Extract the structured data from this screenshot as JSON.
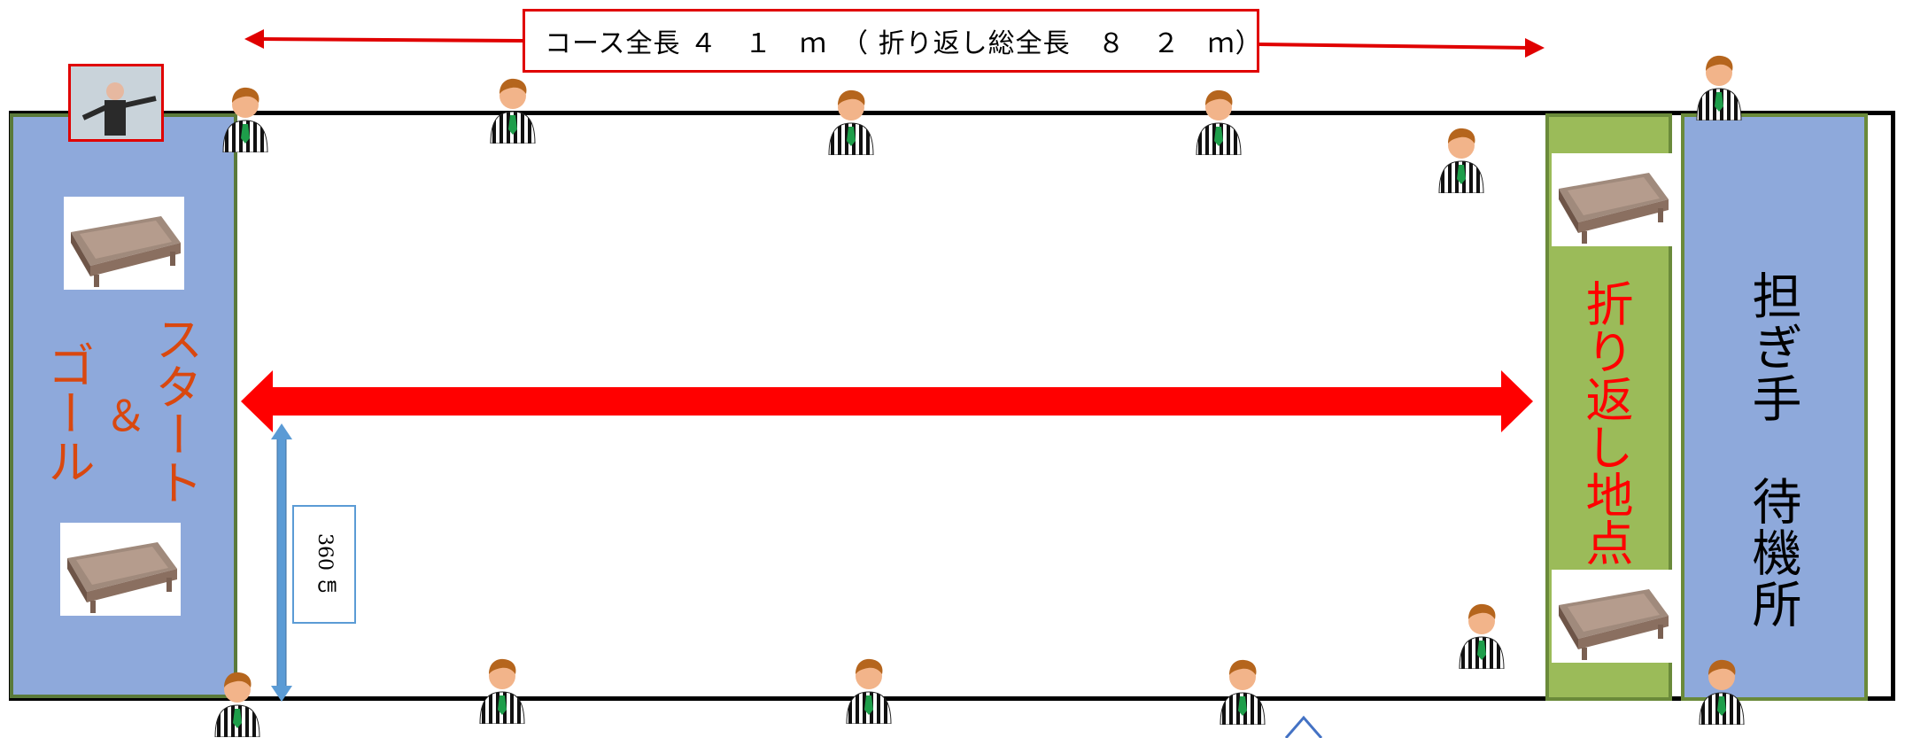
{
  "course_length_label": "コース全長 ４　１　ｍ　（ 折り返し総全長　８　２　ｍ）",
  "start_label": "スタート",
  "amp_label": "＆",
  "goal_label": "ゴール",
  "turn_label": "折り返し地点",
  "waiting_label": "担ぎ手　待機所",
  "width_label": "360 ㎝",
  "colors": {
    "start_zone": "#8ea9db",
    "turn_zone": "#9bbb59",
    "waiting_zone": "#8ea9db",
    "arrow_red": "#ff0000",
    "start_text": "#d9480f",
    "width_arrow": "#5b9bd5"
  },
  "icons": [
    "referee-icon",
    "photographer-photo",
    "table-photo"
  ]
}
